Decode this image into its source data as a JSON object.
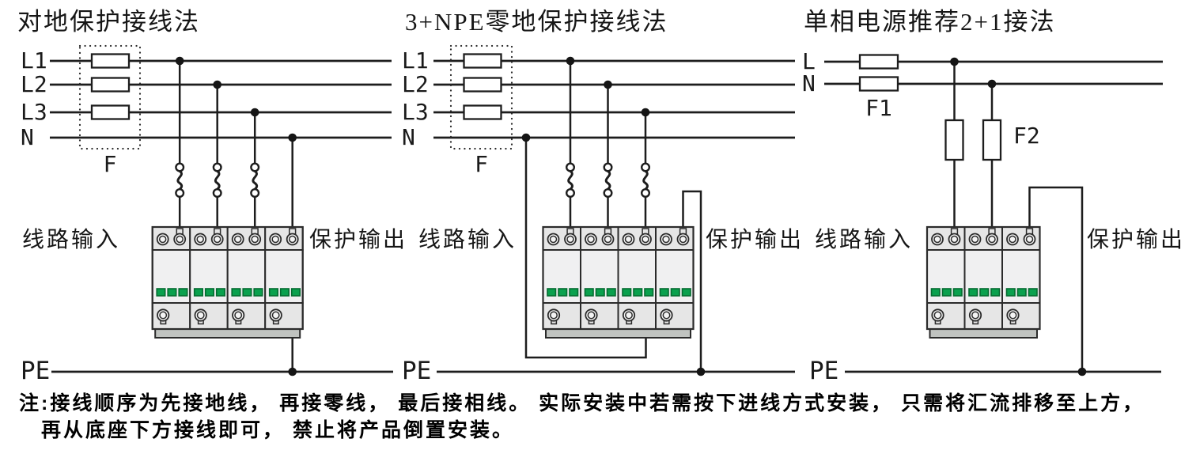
{
  "colors": {
    "line": "#1d1d1d",
    "indicator_green": "#0aa14e",
    "indicator_green_border": "#056b31",
    "module_strip": "#e6e6e6",
    "module_body": "#f0f0f1",
    "module_base": "#c0c3c0",
    "background": "#ffffff"
  },
  "diagrams": [
    {
      "title": "对地保护接线法",
      "line_labels": [
        "L1",
        "L2",
        "L3",
        "N"
      ],
      "fuse_label": "F",
      "input_label": "线路输入",
      "output_label": "保护输出",
      "pe_label": "PE",
      "spd_units": 4
    },
    {
      "title": "3+NPE零地保护接线法",
      "line_labels": [
        "L1",
        "L2",
        "L3",
        "N"
      ],
      "fuse_label": "F",
      "input_label": "线路输入",
      "output_label": "保护输出",
      "pe_label": "PE",
      "spd_units": 4
    },
    {
      "title": "单相电源推荐2+1接法",
      "line_labels": [
        "L",
        "N"
      ],
      "fuse_labels": [
        "F1",
        "F2"
      ],
      "input_label": "线路输入",
      "output_label": "保护输出",
      "pe_label": "PE",
      "spd_units": 3
    }
  ],
  "note": {
    "line1": "注:接线顺序为先接地线， 再接零线， 最后接相线。 实际安装中若需按下进线方式安装， 只需将汇流排移至上方，",
    "line2": "再从底座下方接线即可， 禁止将产品倒置安装。"
  }
}
